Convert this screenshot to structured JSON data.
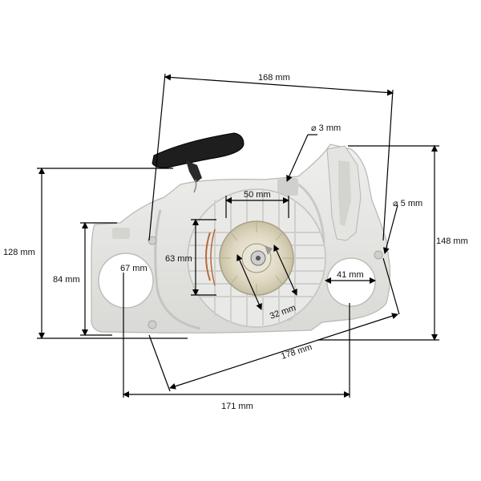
{
  "dimensions": {
    "top_width": "168 mm",
    "bolt_hole_top": "⌀ 3 mm",
    "bolt_hole_right": "⌀ 5 mm",
    "left_height": "128 mm",
    "right_height": "148 mm",
    "mount_height": "84 mm",
    "left_hole": "67 mm",
    "ratchet_width": "50 mm",
    "ratchet_height": "63 mm",
    "pulley_diameter": "32 mm",
    "right_hole": "41 mm",
    "diagonal_width": "178 mm",
    "bottom_width": "171 mm"
  },
  "colors": {
    "housing": "#e6e6e4",
    "housing_shadow": "#c9c9c6",
    "handle": "#1e1e1e",
    "pulley": "#d9d1b8",
    "dimension_line": "#000000",
    "background": "#ffffff"
  }
}
